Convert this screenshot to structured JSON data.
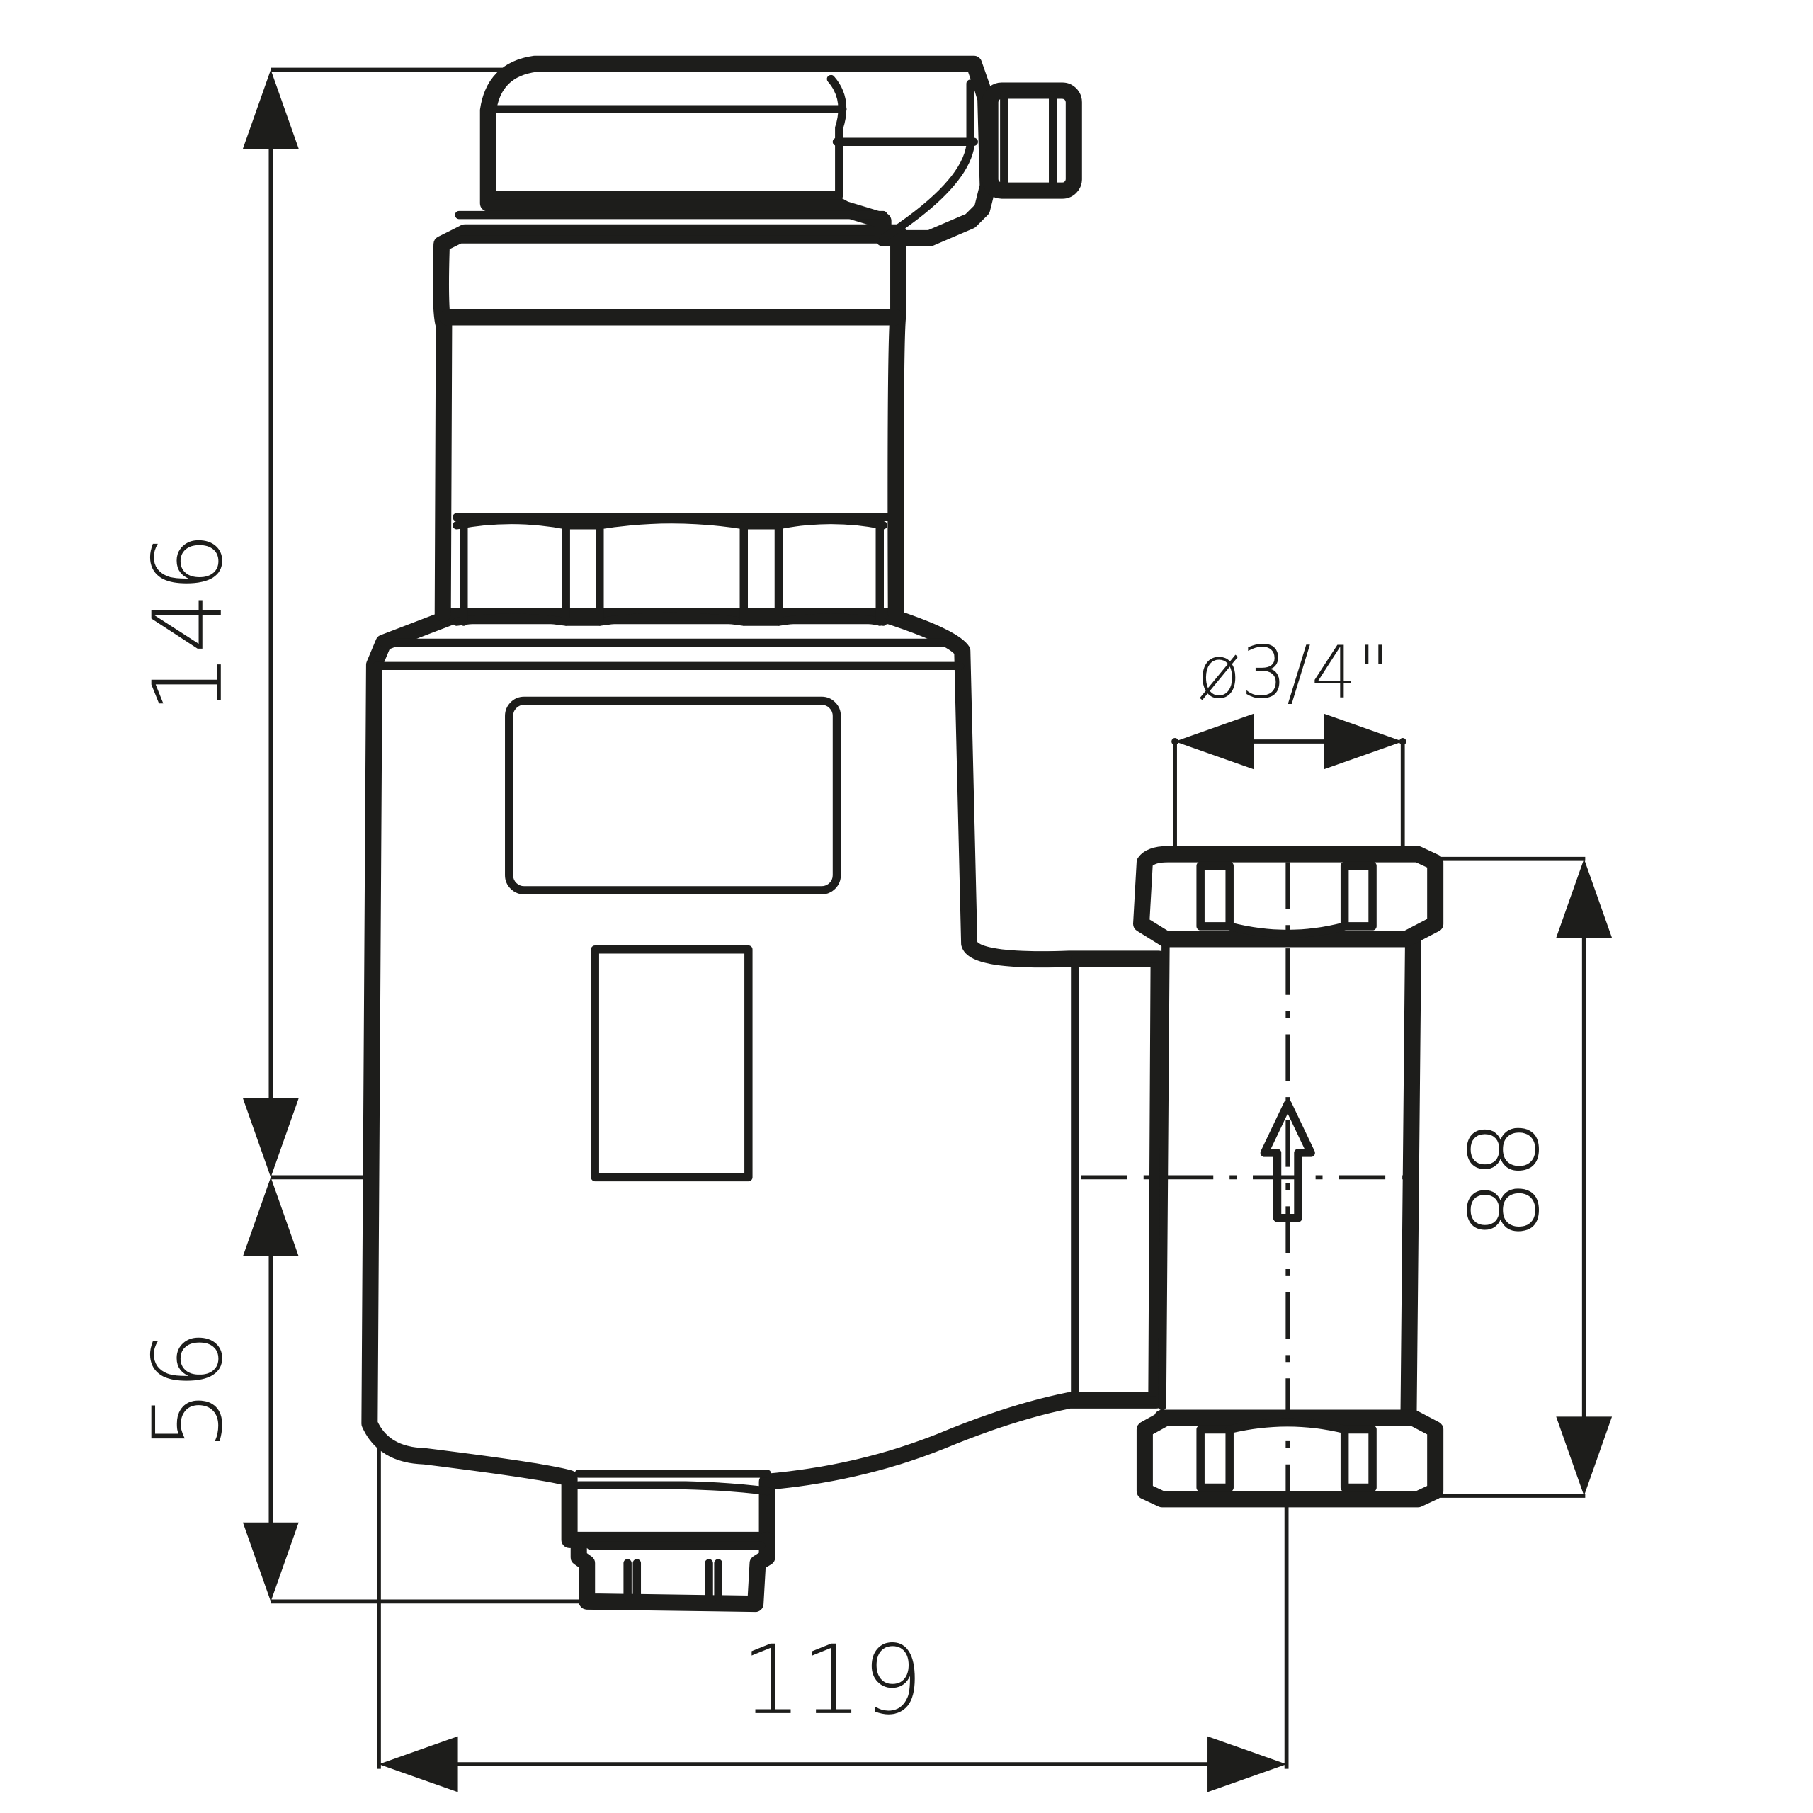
{
  "dimensions": {
    "total_height": "146",
    "outlet_height": "56",
    "width": "119",
    "connector_height": "88",
    "thread_diameter": "ø3/4\""
  }
}
